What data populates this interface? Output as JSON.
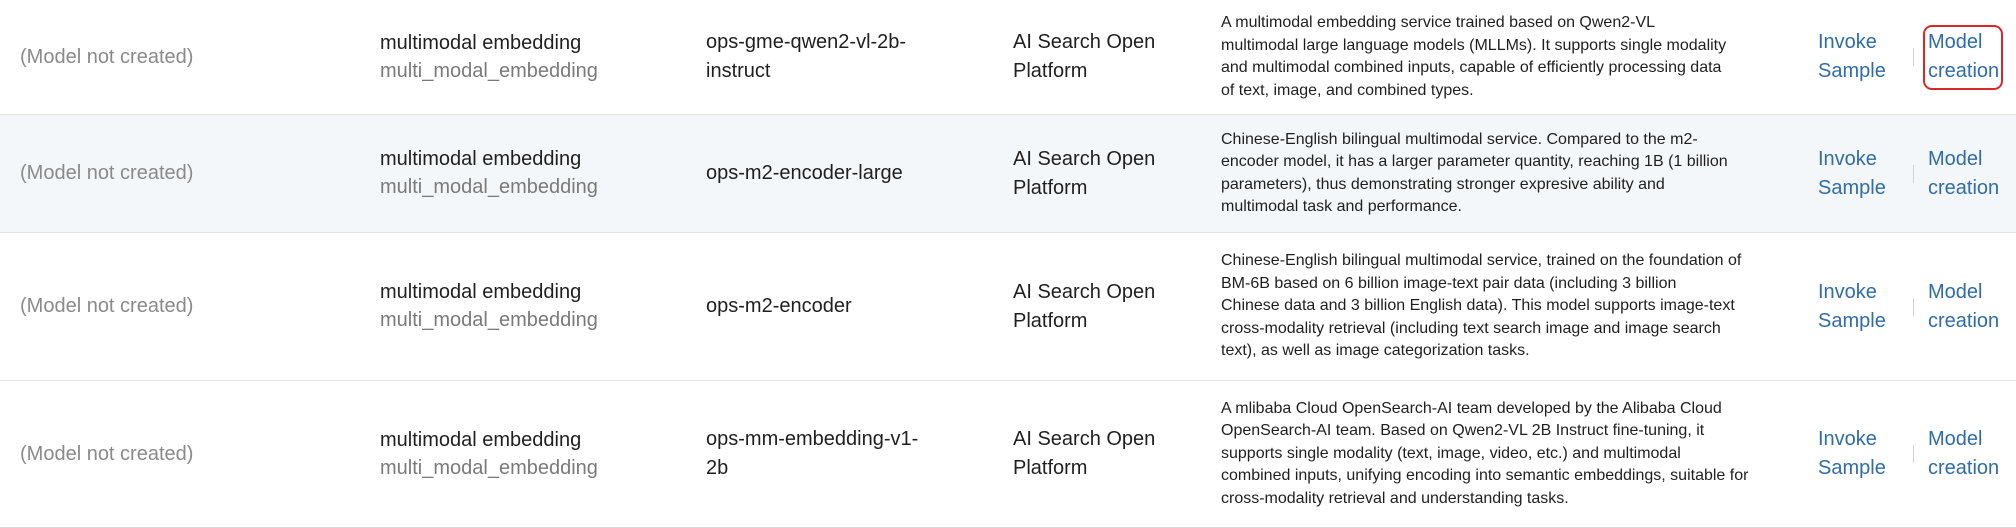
{
  "rows": [
    {
      "status": "(Model not created)",
      "type_name": "multimodal embedding",
      "type_code": "multi_modal_embedding",
      "model_line1": "ops-gme-qwen2-vl-2b-",
      "model_line2": "instruct",
      "source_line1": "AI Search Open",
      "source_line2": "Platform",
      "desc_lines": [
        "A multimodal embedding service trained based on Qwen2-VL",
        "multimodal large language models (MLLMs). It supports single modality",
        "and multimodal combined inputs, capable of efficiently processing data",
        "of text, image, and combined types."
      ],
      "invoke_line1": "Invoke",
      "invoke_line2": "Sample",
      "create_line1": "Model",
      "create_line2": "creation",
      "highlighted": true
    },
    {
      "status": "(Model not created)",
      "type_name": "multimodal embedding",
      "type_code": "multi_modal_embedding",
      "model_line1": "ops-m2-encoder-large",
      "model_line2": "",
      "source_line1": "AI Search Open",
      "source_line2": "Platform",
      "desc_lines": [
        "Chinese-English bilingual multimodal service. Compared to the m2-",
        "encoder model, it has a larger parameter quantity, reaching 1B (1 billion",
        "parameters), thus demonstrating stronger expresive ability and",
        "multimodal task and performance."
      ],
      "invoke_line1": "Invoke",
      "invoke_line2": "Sample",
      "create_line1": "Model",
      "create_line2": "creation",
      "highlighted": false
    },
    {
      "status": "(Model not created)",
      "type_name": "multimodal embedding",
      "type_code": "multi_modal_embedding",
      "model_line1": "ops-m2-encoder",
      "model_line2": "",
      "source_line1": "AI Search Open",
      "source_line2": "Platform",
      "desc_lines": [
        "Chinese-English bilingual multimodal service, trained on the foundation of",
        "BM-6B based on 6 billion image-text pair data (including 3 billion",
        "Chinese data and 3 billion English data). This model supports image-text",
        "cross-modality retrieval (including text search image and image search",
        "text), as well as image categorization tasks."
      ],
      "invoke_line1": "Invoke",
      "invoke_line2": "Sample",
      "create_line1": "Model",
      "create_line2": "creation",
      "highlighted": false
    },
    {
      "status": "(Model not created)",
      "type_name": "multimodal embedding",
      "type_code": "multi_modal_embedding",
      "model_line1": "ops-mm-embedding-v1-",
      "model_line2": "2b",
      "source_line1": "AI Search Open",
      "source_line2": "Platform",
      "desc_lines": [
        "A mlibaba Cloud OpenSearch-AI team developed by the Alibaba Cloud",
        "OpenSearch-AI team. Based on Qwen2-VL 2B Instruct fine-tuning, it",
        "supports single modality (text, image, video, etc.) and multimodal",
        "combined inputs, unifying encoding into semantic embeddings, suitable for",
        "cross-modality retrieval and understanding tasks."
      ],
      "invoke_line1": "Invoke",
      "invoke_line2": "Sample",
      "create_line1": "Model",
      "create_line2": "creation",
      "highlighted": false
    }
  ],
  "colors": {
    "link": "#2f6ca8",
    "highlight_border": "#d62a2a",
    "alt_row_bg": "#f4f7f9",
    "muted_text": "#8a8a8a"
  }
}
